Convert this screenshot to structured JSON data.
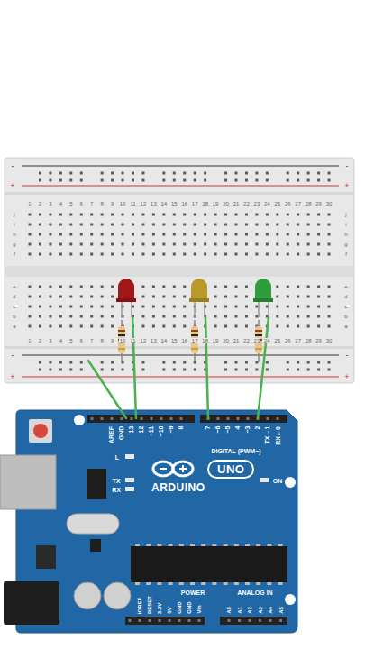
{
  "diagram": {
    "nodes": [
      {
        "text": [
          "ARDUINO"
        ]
      },
      {
        "text": [
          "UNO"
        ],
        "in": 0
      }
    ],
    "labels": [
      "1",
      "2",
      "3",
      "4",
      "5",
      "6",
      "7",
      "8",
      "9",
      "10",
      "11",
      "12",
      "13",
      "14",
      "15",
      "16",
      "17",
      "18",
      "19",
      "20",
      "21",
      "22",
      "23",
      "24",
      "25",
      "26",
      "27",
      "28",
      "29",
      "30",
      "1",
      "2",
      "3",
      "4",
      "5",
      "6",
      "7",
      "8",
      "9",
      "10",
      "11",
      "12",
      "13",
      "14",
      "15",
      "16",
      "17",
      "18",
      "19",
      "20",
      "21",
      "22",
      "23",
      "24",
      "25",
      "26",
      "27",
      "28",
      "29",
      "30",
      "j",
      "i",
      "h",
      "g",
      "f",
      "e",
      "d",
      "c",
      "b",
      "a",
      "j",
      "i",
      "h",
      "g",
      "f",
      "e",
      "d",
      "c",
      "b",
      "a",
      "-",
      "+",
      "-",
      "+",
      "-",
      "+",
      "-",
      "+",
      "AREF",
      "GND",
      "13",
      "12",
      "~11",
      "~10",
      "~9",
      "8",
      "7",
      "~6",
      "~5",
      "4",
      "~3",
      "2",
      "TX→1",
      "RX←0",
      "DIGITAL (PWM~)",
      "L",
      "TX",
      "RX",
      "ON",
      "IOREF",
      "RESET",
      "3.3V",
      "5V",
      "GND",
      "GND",
      "Vin",
      "POWER",
      "ANALOG IN",
      "A0",
      "A1",
      "A2",
      "A3",
      "A4",
      "A5"
    ]
  }
}
